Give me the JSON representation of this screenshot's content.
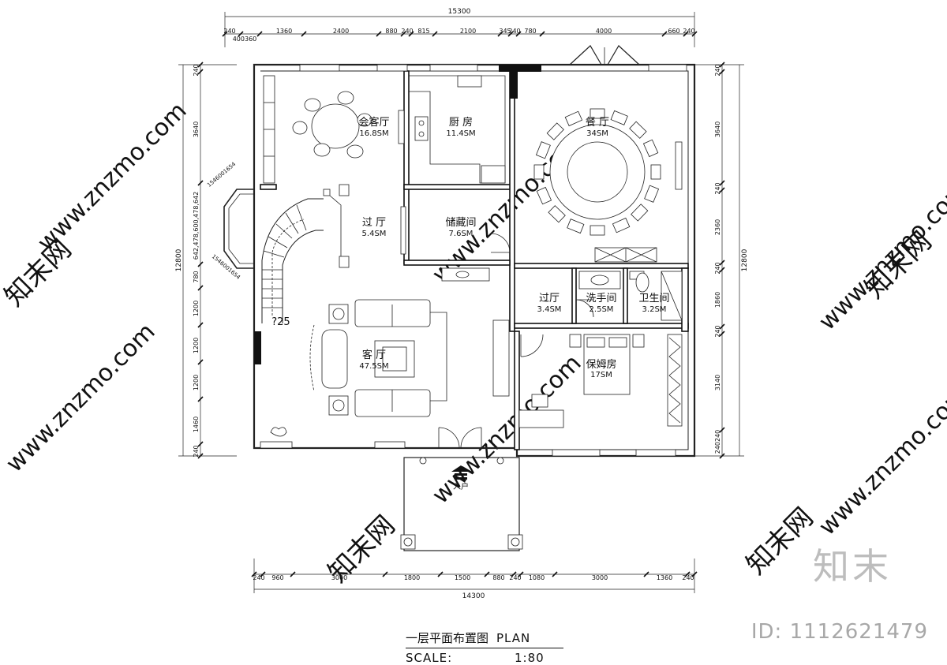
{
  "drawing": {
    "title_cn": "一层平面布置图",
    "title_en": "PLAN",
    "scale_label": "SCALE:",
    "scale_value": "1:80",
    "entrance_label": "入户",
    "stair_mark": "?25"
  },
  "rooms": [
    {
      "name": "会客厅",
      "area": "16.8SM"
    },
    {
      "name": "厨  房",
      "area": "11.4SM"
    },
    {
      "name": "餐  厅",
      "area": "34SM"
    },
    {
      "name": "过  厅",
      "area": "5.4SM"
    },
    {
      "name": "储藏间",
      "area": "7.6SM"
    },
    {
      "name": "过厅",
      "area": "3.4SM"
    },
    {
      "name": "洗手间",
      "area": "2.5SM"
    },
    {
      "name": "卫生间",
      "area": "3.2SM"
    },
    {
      "name": "客  厅",
      "area": "47.5SM"
    },
    {
      "name": "保姆房",
      "area": "17SM"
    }
  ],
  "dimensions": {
    "top_total": "15300",
    "top_segments": [
      "240",
      "400360",
      "1360",
      "2400",
      "880",
      "240",
      "815",
      "2100",
      "345",
      "240",
      "780",
      "4000",
      "660",
      "240"
    ],
    "bottom_total": "14300",
    "bottom_segments": [
      "240",
      "960",
      "3000",
      "1800",
      "1500",
      "880",
      "240",
      "1080",
      "3000",
      "1360",
      "240"
    ],
    "left_total": "12800",
    "left_segments": [
      "240",
      "3640",
      "642,478,600,478,642",
      "780",
      "1200",
      "1200",
      "1200",
      "1460",
      "240"
    ],
    "right_total": "12800",
    "right_segments": [
      "240",
      "3640",
      "240",
      "2360",
      "240",
      "1860",
      "240",
      "3140",
      "240240"
    ],
    "bay_labels": [
      "1546001654",
      "1546001654"
    ]
  },
  "branding": {
    "brand": "知末",
    "id_text": "ID: 1112621479",
    "watermark": "www.znzmo.com",
    "watermark_logo": "知末网"
  }
}
